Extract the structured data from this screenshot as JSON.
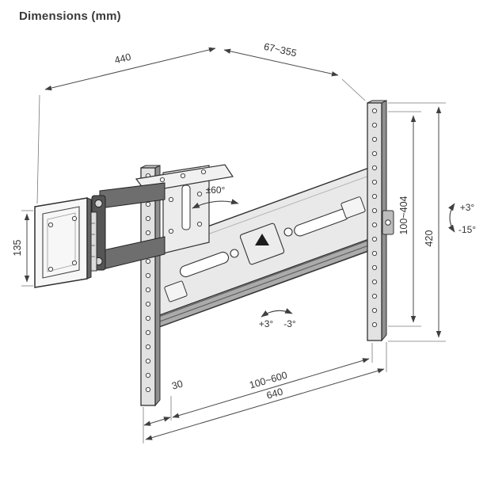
{
  "page": {
    "title": "Dimensions (mm)"
  },
  "diagram": {
    "type": "technical-drawing",
    "subject": "full-motion TV wall mount",
    "unit": "mm",
    "dimensions": {
      "top_width": "440",
      "extension_range": "67~355",
      "plate_height": "135",
      "hole_height_range": "100~404",
      "bracket_height": "420",
      "swivel": "±60°",
      "tilt_up": "+3°",
      "tilt_down": "-15°",
      "level_cw": "+3°",
      "level_ccw": "-3°",
      "side_offset": "30",
      "hole_width_range": "100~600",
      "total_width": "640"
    }
  }
}
